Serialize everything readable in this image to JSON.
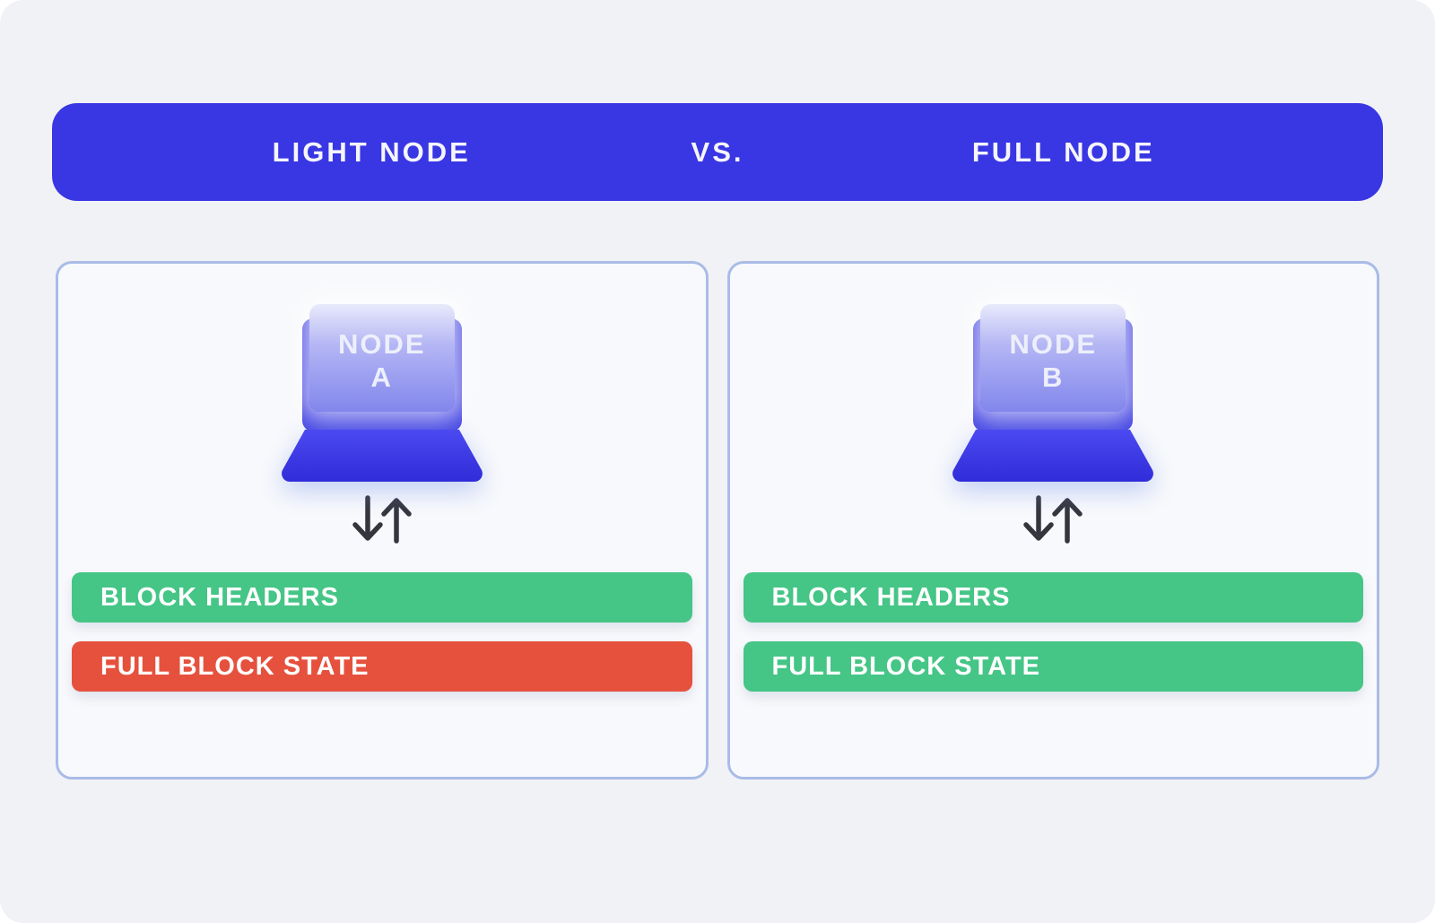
{
  "banner": {
    "left": "LIGHT NODE",
    "vs": "VS.",
    "right": "FULL NODE"
  },
  "panels": [
    {
      "node": [
        "NODE",
        "A"
      ],
      "bars": [
        {
          "label": "BLOCK HEADERS",
          "status": "green"
        },
        {
          "label": "FULL BLOCK STATE",
          "status": "red"
        }
      ]
    },
    {
      "node": [
        "NODE",
        "B"
      ],
      "bars": [
        {
          "label": "BLOCK HEADERS",
          "status": "green"
        },
        {
          "label": "FULL BLOCK STATE",
          "status": "green"
        }
      ]
    }
  ],
  "colors": {
    "background": "#F1F2F6",
    "panel_background": "#F8F9FC",
    "panel_border": "#A9BCE7",
    "banner_blue": "#3936E4",
    "laptop_blue": "#3F3FE2",
    "laptop_base_top": "#4B49F0",
    "laptop_base_bottom": "#2F2CD9",
    "screen_top": "#E9EAFB",
    "screen_mid": "#B4B6F4",
    "screen_bottom": "#8286EC",
    "green": "#45C586",
    "red": "#E6513D",
    "arrow": "#35353E",
    "text_white": "#FFFFFF"
  }
}
